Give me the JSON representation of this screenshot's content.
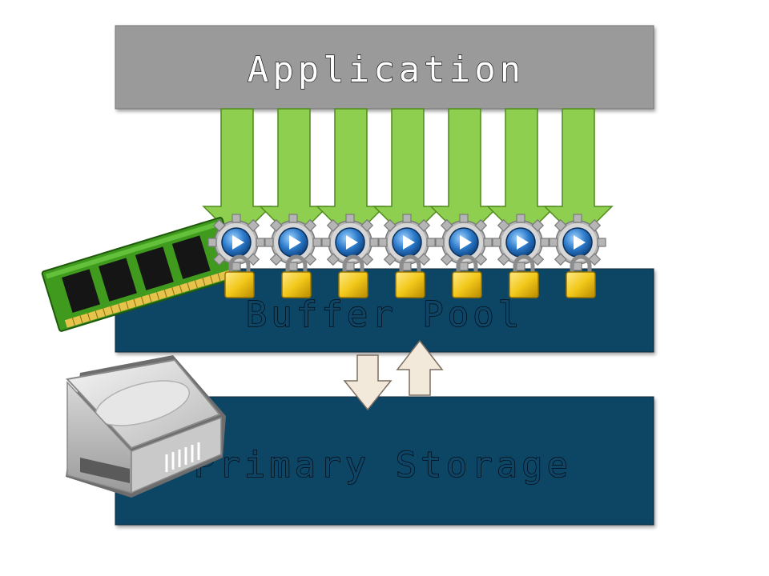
{
  "diagram": {
    "application_label": "Application",
    "buffer_pool_label": "Buffer Pool",
    "primary_storage_label": "Primary Storage"
  },
  "icons": {
    "worker": "gear-play-icon",
    "lock": "padlock-icon",
    "memory": "ram-module-icon",
    "storage": "hard-drive-icon"
  },
  "colors": {
    "application_fill": "#9a9a9a",
    "layer_fill": "#0e4465",
    "request_arrow": "#8fcf4f",
    "io_arrow": "#f3e9da",
    "lock": "#f2c81a"
  }
}
